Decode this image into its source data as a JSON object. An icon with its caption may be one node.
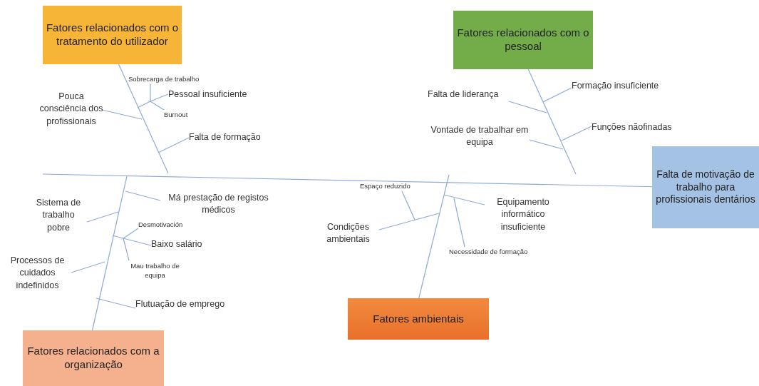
{
  "diagram": {
    "nodes": [
      {
        "text": [
          "Fatores relacionados com o tratamento do utilizador"
        ]
      },
      {
        "text": [
          "Fatores relacionados com o pessoal"
        ]
      },
      {
        "text": [
          "Falta de motivação de trabalho para profissionais dentários"
        ]
      },
      {
        "text": [
          "Fatores relacionados com a organização"
        ]
      },
      {
        "text": [
          "Fatores ambientais"
        ]
      },
      {
        "text": [
          "Sobrecarga de trabalho"
        ]
      },
      {
        "text": [
          "Pouca consciência dos profissionais"
        ]
      },
      {
        "text": [
          "Pessoal insuficiente"
        ]
      },
      {
        "text": [
          "Burnout"
        ]
      },
      {
        "text": [
          "Falta de formação"
        ]
      },
      {
        "text": [
          "Formação insuficiente"
        ]
      },
      {
        "text": [
          "Falta de liderança"
        ]
      },
      {
        "text": [
          "Vontade de trabalhar em equipa"
        ]
      },
      {
        "text": [
          "Funções nãofinadas"
        ]
      },
      {
        "text": [
          "Sistema de trabalho pobre"
        ]
      },
      {
        "text": [
          "Má prestação de registos médicos"
        ]
      },
      {
        "text": [
          "Desmotivación"
        ]
      },
      {
        "text": [
          "Baixo salário"
        ]
      },
      {
        "text": [
          "Processos de cuidados indefinidos"
        ]
      },
      {
        "text": [
          "Mau trabalho de equipa"
        ]
      },
      {
        "text": [
          "Flutuação de emprego"
        ]
      },
      {
        "text": [
          "Espaço reduzido"
        ]
      },
      {
        "text": [
          "Condições ambientais"
        ]
      },
      {
        "text": [
          "Equipamento informático insuficiente"
        ]
      },
      {
        "text": [
          "Necessidade de formação"
        ]
      }
    ],
    "edges": [
      {
        "from": null,
        "to": 2,
        "arrow": "none"
      },
      {
        "from": 0,
        "to": null,
        "arrow": "none"
      },
      {
        "from": 1,
        "to": null,
        "arrow": "none"
      },
      {
        "from": 3,
        "to": null,
        "arrow": "none"
      },
      {
        "from": 4,
        "to": null,
        "arrow": "none"
      },
      {
        "from": 5,
        "to": null,
        "arrow": "none"
      },
      {
        "from": 6,
        "to": null,
        "arrow": "none"
      },
      {
        "from": 7,
        "to": null,
        "arrow": "none"
      },
      {
        "from": 8,
        "to": null,
        "arrow": "none"
      },
      {
        "from": 9,
        "to": null,
        "arrow": "none"
      },
      {
        "from": 10,
        "to": null,
        "arrow": "none"
      },
      {
        "from": 11,
        "to": null,
        "arrow": "none"
      },
      {
        "from": 12,
        "to": null,
        "arrow": "none"
      },
      {
        "from": 13,
        "to": null,
        "arrow": "none"
      },
      {
        "from": 14,
        "to": null,
        "arrow": "none"
      },
      {
        "from": 15,
        "to": null,
        "arrow": "none"
      },
      {
        "from": 16,
        "to": null,
        "arrow": "none"
      },
      {
        "from": 17,
        "to": null,
        "arrow": "none"
      },
      {
        "from": 18,
        "to": null,
        "arrow": "none"
      },
      {
        "from": 19,
        "to": null,
        "arrow": "none"
      },
      {
        "from": 20,
        "to": null,
        "arrow": "none"
      },
      {
        "from": 21,
        "to": null,
        "arrow": "none"
      },
      {
        "from": 22,
        "to": null,
        "arrow": "none"
      },
      {
        "from": 23,
        "to": null,
        "arrow": "none"
      },
      {
        "from": 24,
        "to": null,
        "arrow": "none"
      }
    ]
  }
}
